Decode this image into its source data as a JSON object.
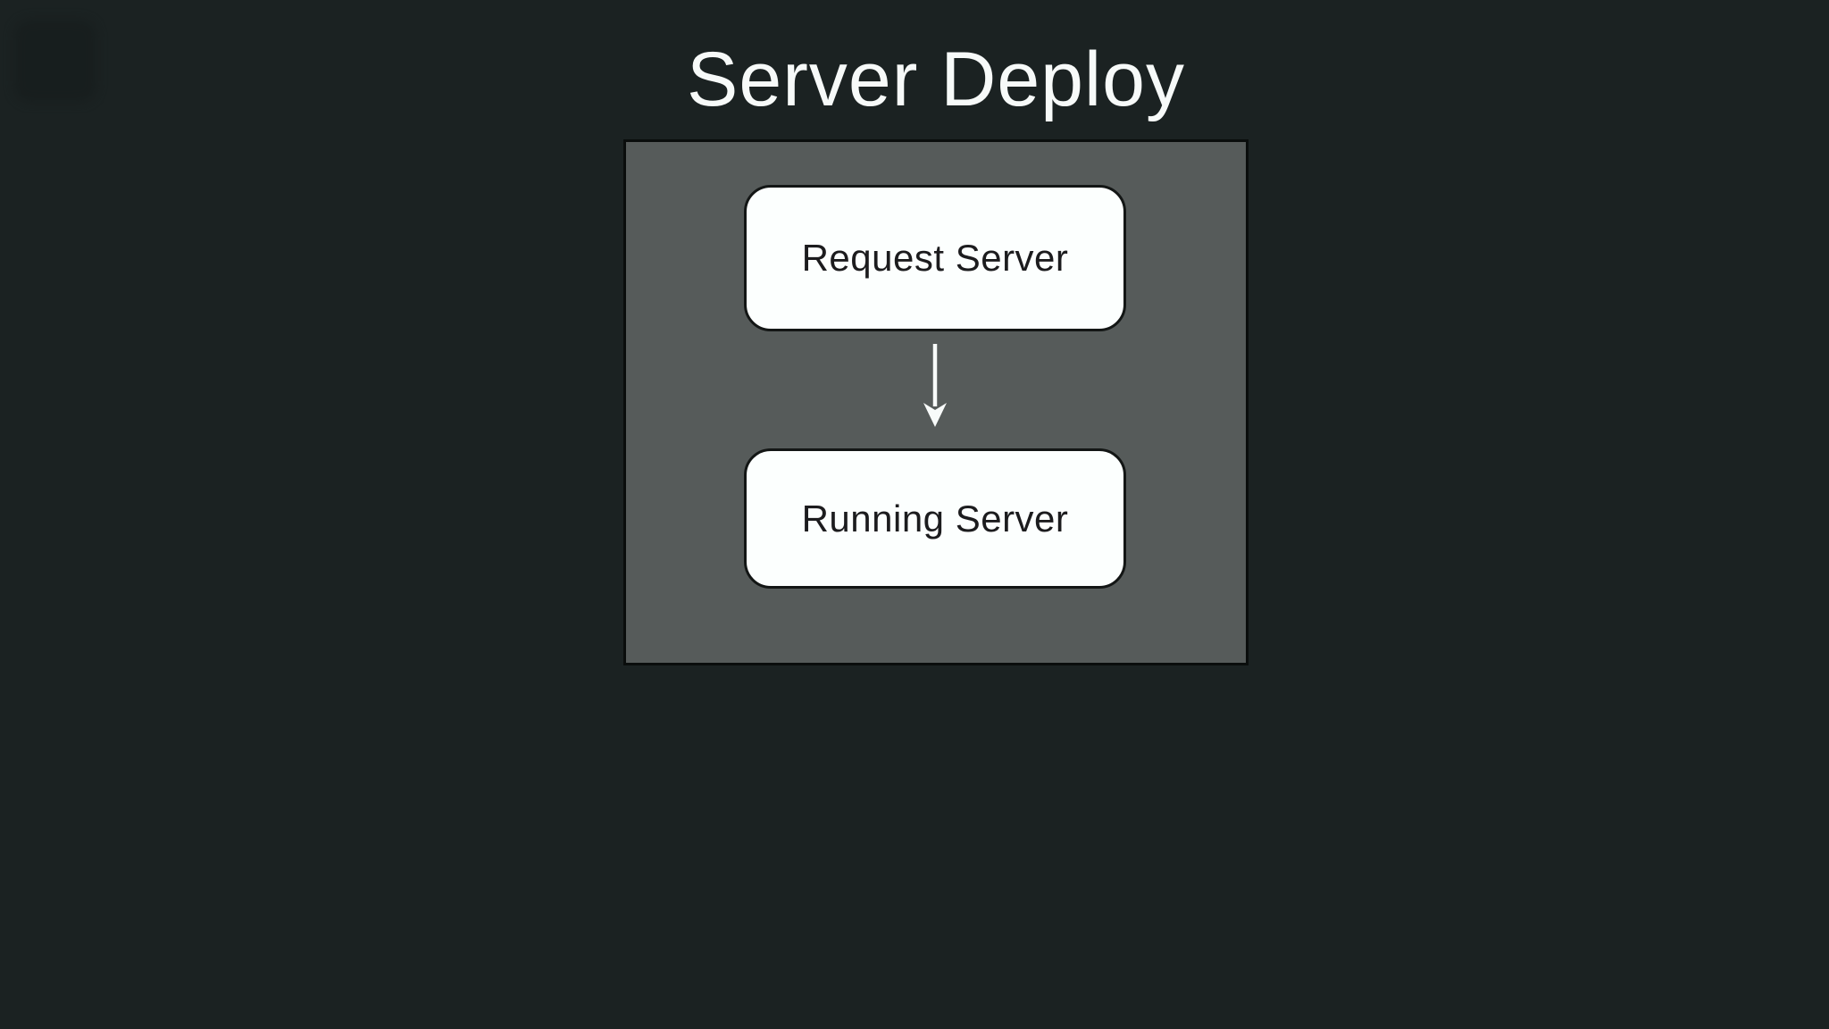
{
  "page": {
    "title": "Server Deploy"
  },
  "colors": {
    "background": "#1b2222",
    "container_fill": "#565b5a",
    "container_border": "#0a0d0c",
    "node_fill": "#fcfffe",
    "node_border": "#131615",
    "node_text": "#1c1c1e",
    "title_text": "#f7faf9",
    "arrow": "#f8fbfa"
  },
  "diagram": {
    "nodes": [
      {
        "id": "request-server",
        "label": "Request Server"
      },
      {
        "id": "running-server",
        "label": "Running Server"
      }
    ],
    "edges": [
      {
        "from": "request-server",
        "to": "running-server",
        "direction": "down",
        "style": "arrow"
      }
    ]
  }
}
